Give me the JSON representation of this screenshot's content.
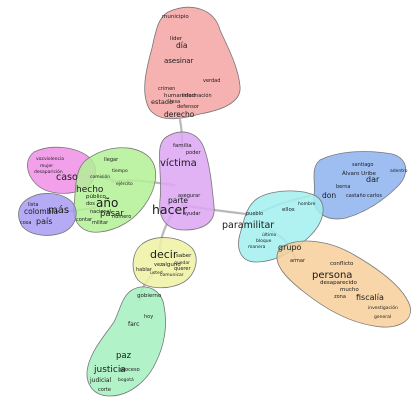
{
  "clusters": [
    {
      "id": "red",
      "color": "#f4a3a3",
      "words": [
        "municipio",
        "líder",
        "día",
        "asesinar",
        "verdad",
        "crimen",
        "humanidad",
        "estado",
        "información",
        "defensor",
        "lesa",
        "derecho"
      ]
    },
    {
      "id": "pink",
      "color": "#f08fe6",
      "words": [
        "voz",
        "violencia",
        "mujer",
        "desaparición",
        "caso"
      ]
    },
    {
      "id": "lightgreen",
      "color": "#b3f095",
      "words": [
        "llegar",
        "hecho",
        "ejército",
        "público",
        "dos",
        "nacional",
        "año",
        "pasar",
        "militar",
        "contar",
        "número",
        "comisión",
        "tiempo"
      ]
    },
    {
      "id": "purpleblue",
      "color": "#a79cf2",
      "words": [
        "lista",
        "colombia",
        "más",
        "país",
        "cosa"
      ]
    },
    {
      "id": "violet",
      "color": "#dca6f2",
      "words": [
        "familia",
        "poder",
        "víctima",
        "parte",
        "asegurar",
        "hacer",
        "ayudar"
      ]
    },
    {
      "id": "blue",
      "color": "#8db3f0",
      "words": [
        "santiago",
        "adentro",
        "Álvaro Uribe",
        "dar",
        "berna",
        "don",
        "castaño",
        "carlos"
      ]
    },
    {
      "id": "cyan",
      "color": "#a2f0f0",
      "words": [
        "pueblo",
        "ellos",
        "hombre",
        "paramilitar",
        "grupo",
        "último",
        "bloque",
        "manera"
      ]
    },
    {
      "id": "orange",
      "color": "#f7cf9a",
      "words": [
        "armar",
        "conflicto",
        "persona",
        "desaparecido",
        "mucho",
        "zona",
        "fiscalía",
        "investigación",
        "general"
      ]
    },
    {
      "id": "yellow",
      "color": "#eef2a2",
      "words": [
        "decir",
        "saber",
        "vez",
        "alguno",
        "quedar",
        "hablar",
        "querer",
        "usted",
        "comunicar"
      ]
    },
    {
      "id": "teal",
      "color": "#a3f0be",
      "words": [
        "gobierno",
        "hoy",
        "farc",
        "paz",
        "justicia",
        "proceso",
        "judicial",
        "corte",
        "bogotá"
      ]
    }
  ]
}
